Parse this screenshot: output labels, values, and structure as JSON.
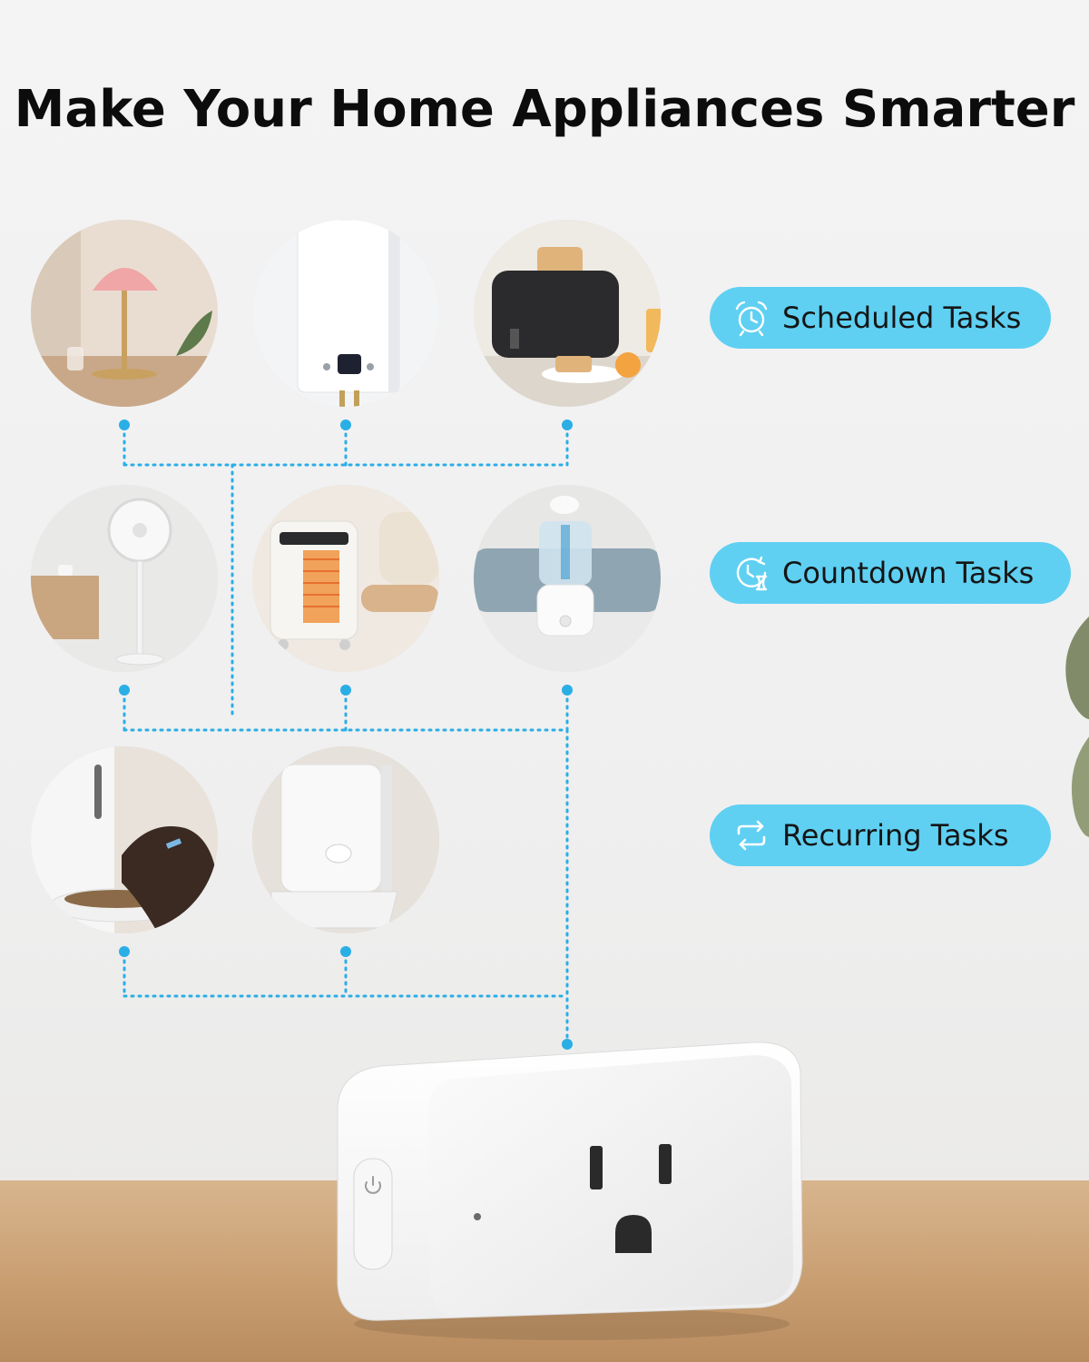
{
  "title": "Make Your Home Appliances Smarter",
  "appliances": [
    {
      "name": "table-lamp",
      "icon": "lamp-icon"
    },
    {
      "name": "water-heater",
      "icon": "heater-icon"
    },
    {
      "name": "toaster",
      "icon": "toaster-icon"
    },
    {
      "name": "standing-fan",
      "icon": "fan-icon"
    },
    {
      "name": "space-heater",
      "icon": "space-heater-icon"
    },
    {
      "name": "humidifier",
      "icon": "humidifier-icon"
    },
    {
      "name": "pet-feeder",
      "icon": "pet-feeder-icon"
    },
    {
      "name": "pet-water-fountain",
      "icon": "water-fountain-icon"
    }
  ],
  "features": {
    "scheduled": {
      "label": "Scheduled Tasks",
      "icon": "alarm-clock-icon"
    },
    "countdown": {
      "label": "Countdown Tasks",
      "icon": "countdown-timer-icon"
    },
    "recurring": {
      "label": "Recurring Tasks",
      "icon": "repeat-icon"
    }
  },
  "colors": {
    "accent": "#5fd0f2",
    "connector": "#2aaee6",
    "title": "#0c0c0c",
    "floor": "#c99f72"
  },
  "device": {
    "name": "smart-plug",
    "icon": "power-icon"
  }
}
